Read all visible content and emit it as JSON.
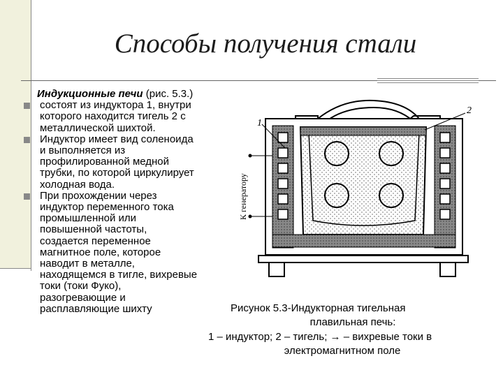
{
  "slide": {
    "title": "Способы получения стали",
    "heading_bold": "Индукционные печи",
    "heading_rest": " (рис. 5.3.)",
    "bullets": [
      {
        "lines": [
          "состоят из индуктора 1, внутри",
          "которого находится тигель 2 с",
          "металлической шихтой."
        ]
      },
      {
        "lines": [
          "Индуктор имеет вид соленоида",
          "и выполняется из",
          "профилированной медной",
          "трубки, по которой циркулирует",
          "холодная вода."
        ]
      },
      {
        "lines": [
          "При прохождении через",
          "индуктор переменного тока",
          "промышленной или",
          "повышенной частоты,",
          "создается переменное",
          "магнитное поле, которое",
          "наводит в металле,",
          "находящемся в тигле, вихревые",
          "токи (токи Фуко),",
          "разогревающие и",
          "расплавляющие шихту"
        ]
      }
    ],
    "caption": {
      "line1": "Рисунок 5.3-Индукторная тигельная",
      "line2": "плавильная печь:",
      "line3": "1 – индуктор; 2 – тигель; → – вихревые токи в",
      "line4": "электромагнитном поле"
    },
    "figure": {
      "label_1": "1",
      "label_2": "2",
      "generator_label": "К генератору"
    }
  }
}
